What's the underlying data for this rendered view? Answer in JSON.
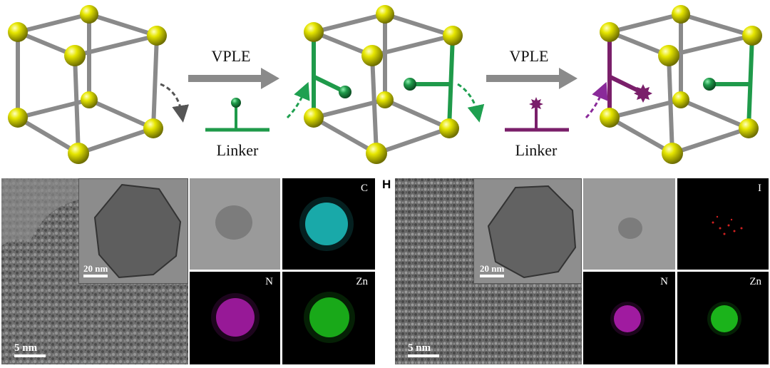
{
  "scheme": {
    "arrow1": {
      "label": "VPLE",
      "sublabel": "Linker"
    },
    "arrow2": {
      "label": "VPLE",
      "sublabel": "Linker"
    },
    "colors": {
      "node": "#d8d800",
      "rod": "#9a9a9a",
      "linker1": "#1f9a4a",
      "linker2": "#7a1f6a",
      "dash_gray": "#555555",
      "dash_green": "#1fa050",
      "dash_purple": "#8a2a9a"
    }
  },
  "left_panel": {
    "tem_scale": "5 nm",
    "inset_scale": "20 nm",
    "maps": [
      {
        "element": "C",
        "color": "#20d8d8"
      },
      {
        "element": "N",
        "color": "#c020c0"
      },
      {
        "element": "Zn",
        "color": "#20d820"
      }
    ]
  },
  "right_panel": {
    "letter": "H",
    "tem_scale": "5 nm",
    "inset_scale": "20 nm",
    "maps": [
      {
        "element": "I",
        "color": "#d02020"
      },
      {
        "element": "N",
        "color": "#c020c0"
      },
      {
        "element": "Zn",
        "color": "#20d820"
      }
    ]
  }
}
